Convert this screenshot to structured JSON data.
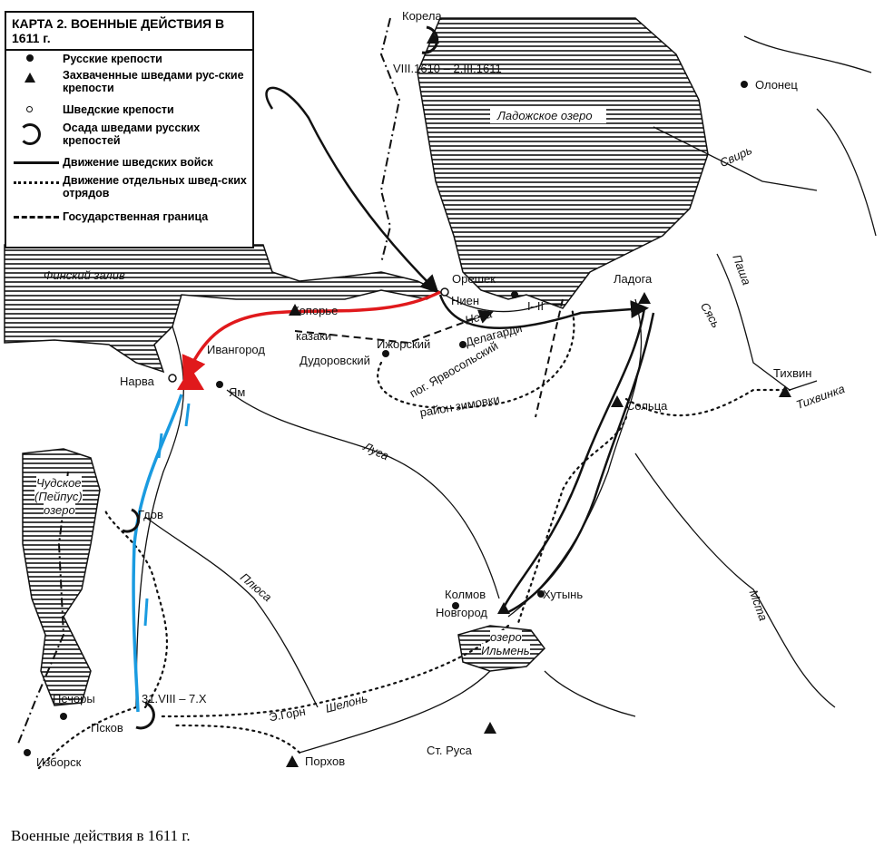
{
  "title": "КАРТА 2.  ВОЕННЫЕ ДЕЙСТВИЯ В 1611 г.",
  "legend": [
    {
      "icon": "filled-circle-icon",
      "label": "Русские крепости"
    },
    {
      "icon": "filled-triangle-icon",
      "label": "Захваченные шведами рус-ские крепости"
    },
    {
      "icon": "open-circle-icon",
      "label": "Шведские крепости"
    },
    {
      "icon": "siege-icon",
      "label": "Осада шведами русских крепостей"
    },
    {
      "icon": "solid-arrow-icon",
      "label": "Движение шведских войск"
    },
    {
      "icon": "dotted-arrow-icon",
      "label": "Движение отдельных швед-ских отрядов"
    },
    {
      "icon": "border-line-icon",
      "label": "Государственная граница"
    }
  ],
  "labels": {
    "korela": "Корела",
    "korela_dates": "VIII.1610 – 2.III.1611",
    "olonets": "Олонец",
    "ladoga_lake": "Ладожское озеро",
    "svir": "Свирь",
    "pasha": "Паша",
    "syas": "Сясь",
    "gulf": "Финский залив",
    "oreshek": "Орешек",
    "nien": "Ниен",
    "ladoga": "Ладога",
    "i_ii": "I–II",
    "neva": "Нева",
    "koporye": "Копорье",
    "kazaki": "казаки",
    "delagardi": "Делагарди",
    "izhorsky": "Ижорский",
    "dudorovsky": "Дудоровский",
    "yarvosolsky": "пог. Ярвосольский",
    "wintering": "район зимовки",
    "ivangorod": "Ивангород",
    "narva": "Нарва",
    "yam": "Ям",
    "soltsa": "Сольца",
    "tikhvin": "Тихвин",
    "tikhvinka": "Тихвинка",
    "peipus1": "Чудское",
    "peipus2": "(Пейпус)",
    "peipus3": "озеро",
    "gdov": "Гдов",
    "luga": "Луга",
    "plyusa": "Плюса",
    "kolmov": "Колмов",
    "novgorod": "Новгород",
    "khutyn": "Хутынь",
    "msta": "Мста",
    "ilmen1": "озеро",
    "ilmen2": "Ильмень",
    "pechory": "Печоры",
    "pskov_dates": "31.VIII – 7.X",
    "pskov": "Псков",
    "horn": "Э.Горн",
    "shelon": "Шелонь",
    "staraya_russa": "Ст. Руса",
    "porkhov": "Порхов",
    "izborsk": "Изборск"
  },
  "caption": "Военные действия в 1611 г.",
  "colors": {
    "red_route": "#e0191c",
    "blue_route": "#1a9be0",
    "ink": "#111111"
  }
}
